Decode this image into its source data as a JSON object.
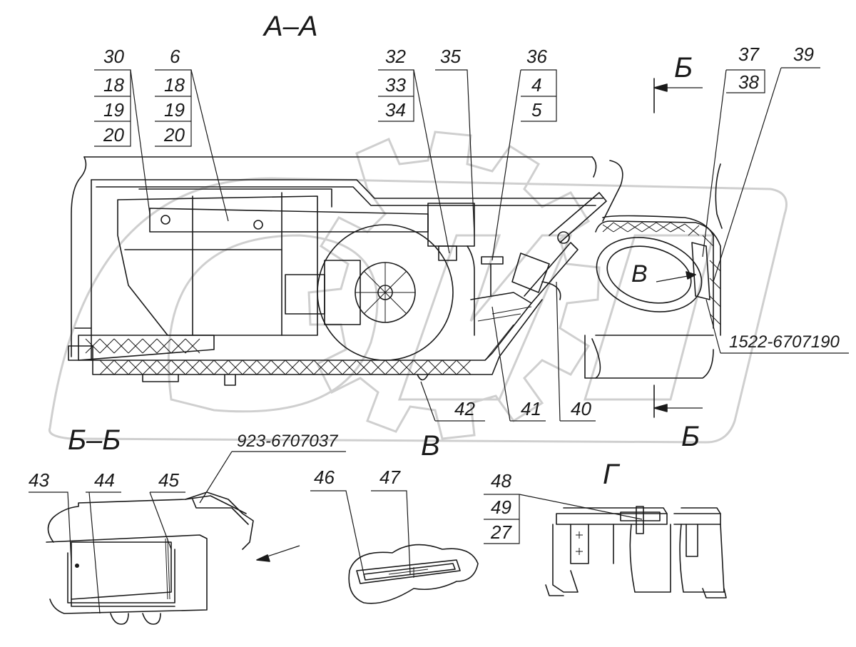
{
  "views": {
    "aa": "А–А",
    "bb": "Б–Б",
    "v": "В",
    "g": "Г",
    "b_top": "Б",
    "b_bottom": "Б",
    "v_arrow": "В"
  },
  "callouts": {
    "c30": "30",
    "c30_18": "18",
    "c30_19": "19",
    "c30_20": "20",
    "c6": "6",
    "c6_18": "18",
    "c6_19": "19",
    "c6_20": "20",
    "c32": "32",
    "c33": "33",
    "c34": "34",
    "c35": "35",
    "c36": "36",
    "c4": "4",
    "c5": "5",
    "c37": "37",
    "c38": "38",
    "c39": "39",
    "c42": "42",
    "c41": "41",
    "c40": "40",
    "pn1": "1522-6707190",
    "pn2": "923-6707037",
    "c43": "43",
    "c44": "44",
    "c45": "45",
    "c46": "46",
    "c47": "47",
    "c48": "48",
    "c49": "49",
    "c27": "27"
  }
}
